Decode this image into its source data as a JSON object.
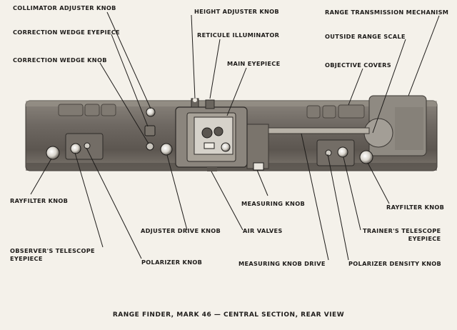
{
  "labels": {
    "collimator_adjuster_knob": "COLLIMATOR ADJUSTER KNOB",
    "correction_wedge_eyepiece": "CORRECTION WEDGE EYEPIECE",
    "correction_wedge_knob": "CORRECTION WEDGE KNOB",
    "height_adjuster_knob": "HEIGHT ADJUSTER KNOB",
    "reticule_illuminator": "RETICULE ILLUMINATOR",
    "main_eyepiece": "MAIN EYEPIECE",
    "range_transmission_mechanism": "RANGE TRANSMISSION MECHANISM",
    "outside_range_scale": "OUTSIDE RANGE SCALE",
    "objective_covers": "OBJECTIVE COVERS",
    "rayfilter_knob_left": "RAYFILTER KNOB",
    "rayfilter_knob_right": "RAYFILTER KNOB",
    "measuring_knob": "MEASURING KNOB",
    "adjuster_drive_knob": "ADJUSTER DRIVE KNOB",
    "air_valves": "AIR VALVES",
    "observers_telescope_eyepiece": "OBSERVER'S TELESCOPE\nEYEPIECE",
    "polarizer_knob": "POLARIZER KNOB",
    "measuring_knob_drive": "MEASURING KNOB DRIVE",
    "trainers_telescope_eyepiece": "TRAINER'S TELESCOPE\nEYEPIECE",
    "polarizer_density_knob": "POLARIZER DENSITY KNOB"
  },
  "caption": "RANGE FINDER, MARK 46 — CENTRAL SECTION, REAR VIEW",
  "colors": {
    "background": "#f4f1ea",
    "body": "#6e6862",
    "ink": "#1e1c1a"
  }
}
